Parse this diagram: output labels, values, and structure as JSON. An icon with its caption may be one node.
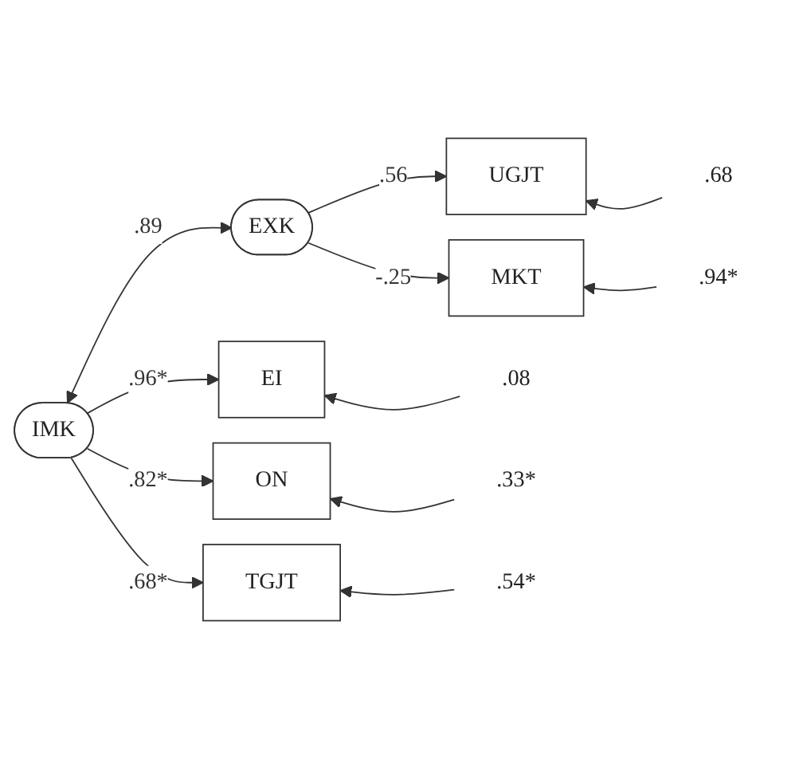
{
  "diagram": {
    "nodes": [
      {
        "text": [
          "IMK"
        ]
      },
      {
        "text": [
          "EXK"
        ]
      },
      {
        "text": [
          "EI"
        ]
      },
      {
        "text": [
          "ON"
        ]
      },
      {
        "text": [
          "TGJT"
        ]
      },
      {
        "text": [
          "UGJT"
        ]
      },
      {
        "text": [
          "MKT"
        ]
      },
      {
        "text": [
          ".08"
        ]
      },
      {
        "text": [
          ".33*"
        ]
      },
      {
        "text": [
          ".54*"
        ]
      },
      {
        "text": [
          ".68"
        ]
      },
      {
        "text": [
          ".94*"
        ]
      }
    ],
    "edges": [
      {
        "from": 0,
        "to": 1,
        "arrow": "both",
        "label": ".89"
      },
      {
        "from": 0,
        "to": 2,
        "arrow": "to",
        "label": ".96*"
      },
      {
        "from": 0,
        "to": 3,
        "arrow": "to",
        "label": ".82*"
      },
      {
        "from": 0,
        "to": 4,
        "arrow": "to",
        "label": ".68*"
      },
      {
        "from": 1,
        "to": 5,
        "arrow": "to",
        "label": ".56"
      },
      {
        "from": 1,
        "to": 6,
        "arrow": "to",
        "label": "-.25"
      },
      {
        "from": 7,
        "to": 2,
        "arrow": "to"
      },
      {
        "from": 8,
        "to": 3,
        "arrow": "to"
      },
      {
        "from": 9,
        "to": 4,
        "arrow": "to"
      },
      {
        "from": 10,
        "to": 5,
        "arrow": "to"
      },
      {
        "from": 11,
        "to": 6,
        "arrow": "to"
      }
    ]
  }
}
